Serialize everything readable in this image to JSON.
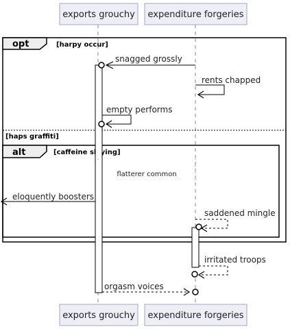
{
  "participants": {
    "left": "exports grouchy",
    "right": "expenditure forgeries"
  },
  "frames": {
    "opt": {
      "keyword": "opt",
      "guard": "[harpy occur]",
      "else_guard": "[haps graffiti]"
    },
    "alt": {
      "keyword": "alt",
      "guard": "[caffeine slaying]"
    }
  },
  "messages": {
    "m1": "snagged grossly",
    "m2": "rents chapped",
    "m3": "empty performs",
    "m4": "eloquently boosters",
    "m5": "saddened mingle",
    "m6": "irritated troops",
    "m7": "orgasm voices"
  },
  "note": "flatterer common"
}
